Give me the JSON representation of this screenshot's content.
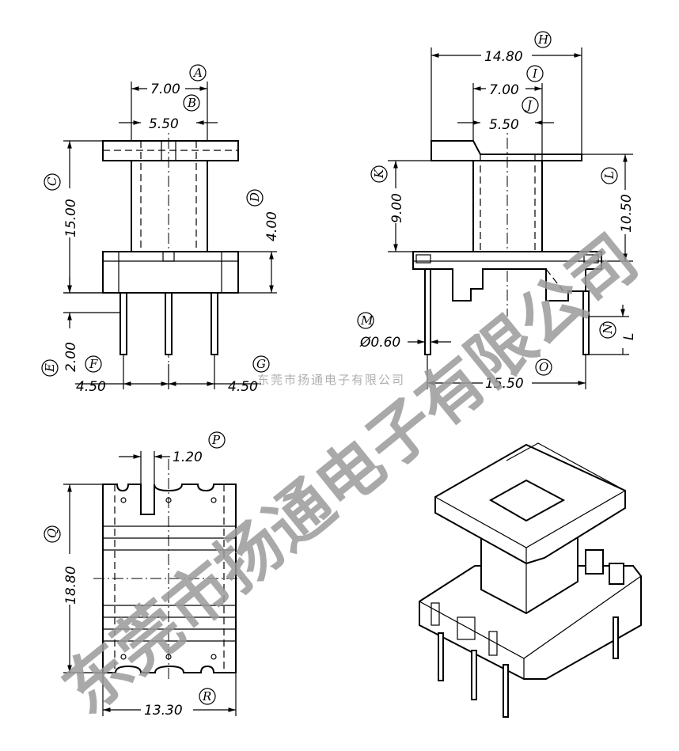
{
  "front_view": {
    "dims": {
      "A": "7.00",
      "B": "5.50",
      "C": "15.00",
      "D": "4.00",
      "E": "2.00",
      "F": "4.50",
      "G": "4.50"
    },
    "labels": [
      "A",
      "B",
      "C",
      "D",
      "E",
      "F",
      "G"
    ]
  },
  "side_view": {
    "dims": {
      "H": "14.80",
      "I": "7.00",
      "J": "5.50",
      "K": "9.00",
      "L": "10.50",
      "M": "Ø0.60",
      "N": "L",
      "O": "15.50"
    },
    "labels": [
      "H",
      "I",
      "J",
      "K",
      "L",
      "M",
      "N",
      "O"
    ]
  },
  "bottom_view": {
    "dims": {
      "P": "1.20",
      "Q": "18.80",
      "R": "13.30"
    },
    "labels": [
      "P",
      "Q",
      "R"
    ]
  },
  "watermark": {
    "large": "东莞市扬通电子有限公司",
    "small": "东莞市扬通电子有限公司"
  }
}
